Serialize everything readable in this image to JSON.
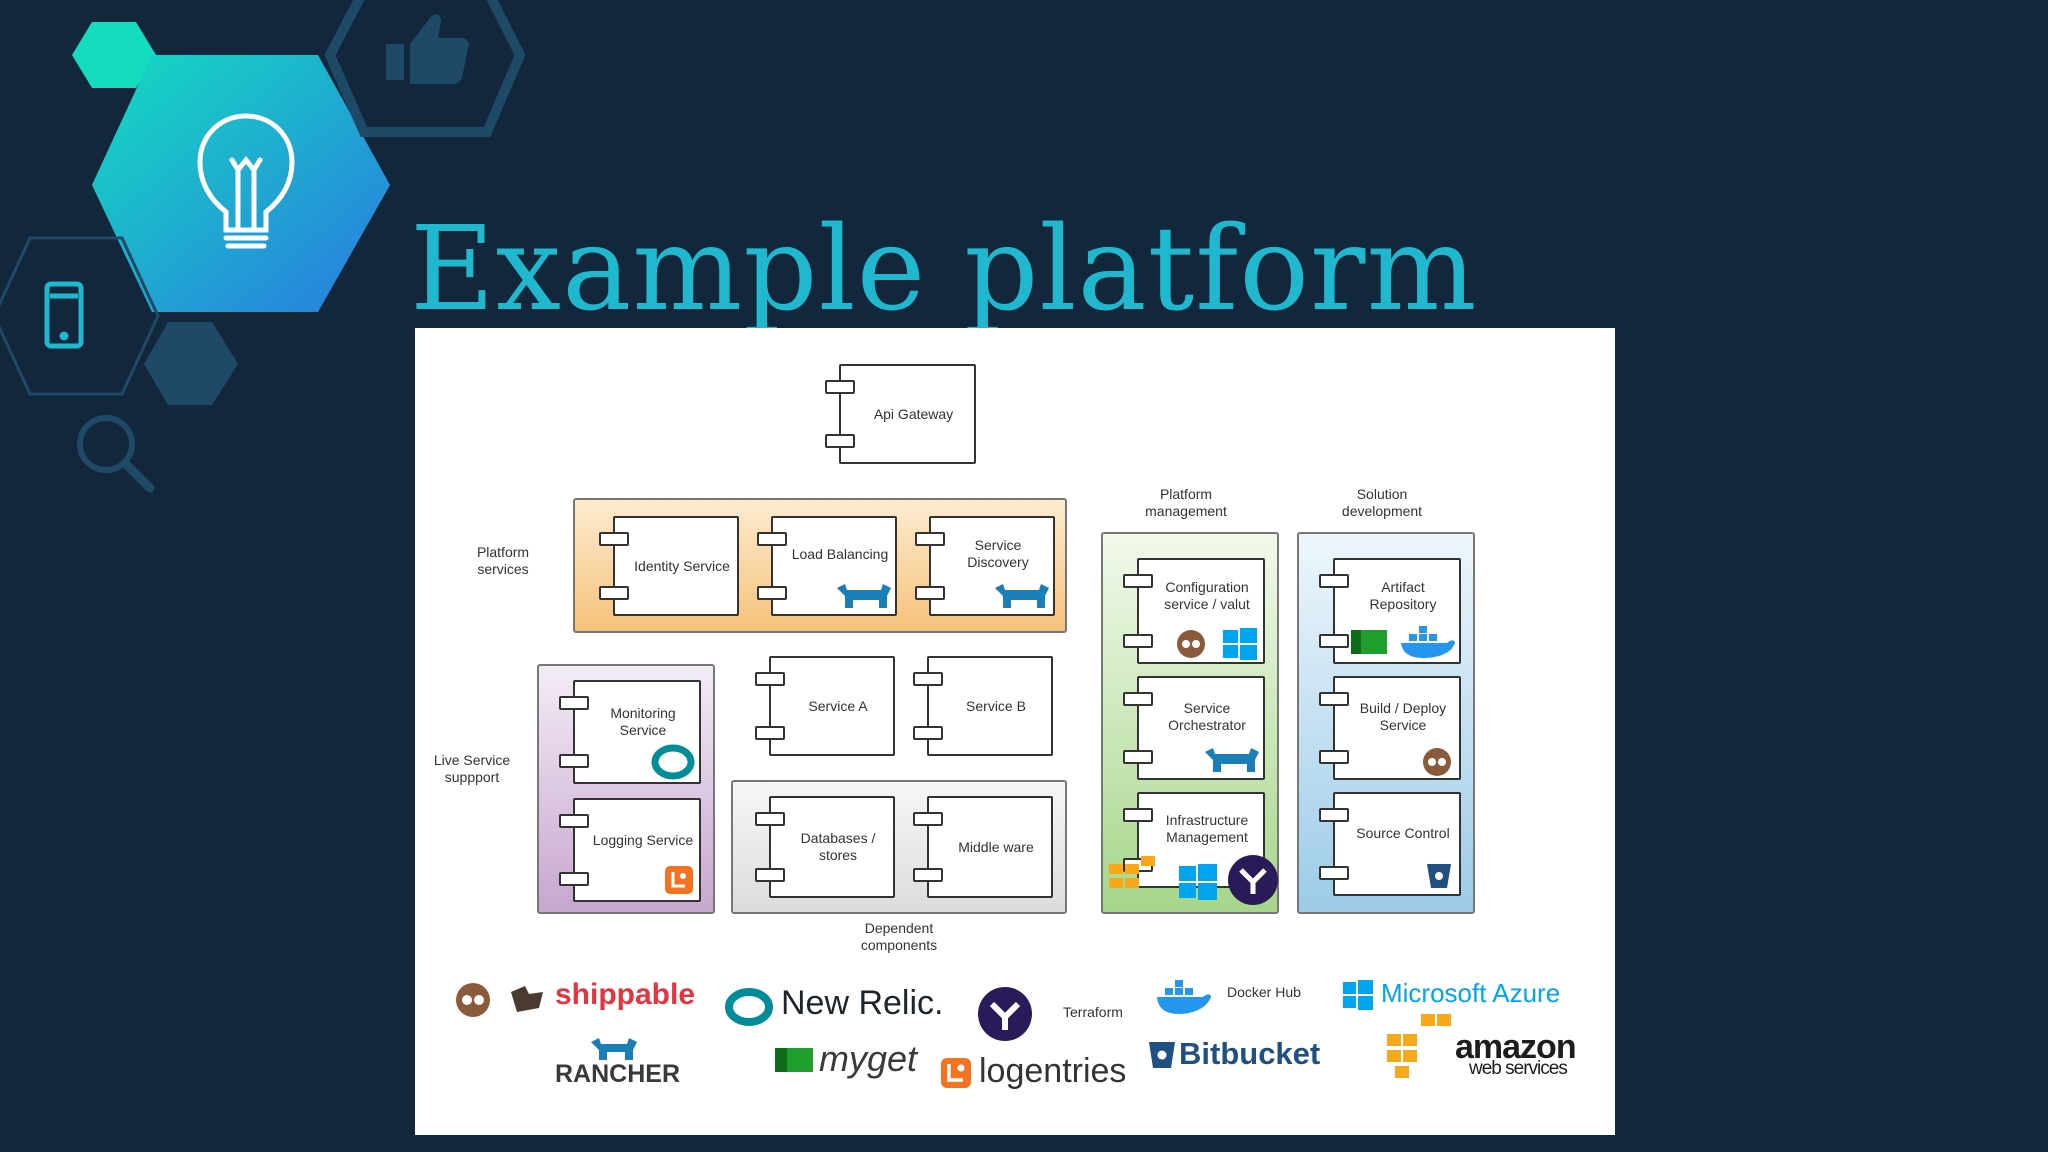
{
  "title": "Example platform",
  "colors": {
    "background": "#12263c",
    "title": "#1fb8cf",
    "accent_teal": "#14dcc0",
    "hex_outline": "#1e4a68",
    "platform_services_fill": "#f5c27a",
    "live_support_fill": "#c7a6d0",
    "dependent_fill": "#e2e2e2",
    "platform_mgmt_fill": "#a6d68a",
    "solution_dev_fill": "#9ccbe8"
  },
  "decor_icons": [
    "lightbulb-icon",
    "thumbs-up-icon",
    "mobile-phone-icon",
    "magnifier-icon"
  ],
  "diagram": {
    "api_gateway": "Api Gateway",
    "platform_services": {
      "label": "Platform services",
      "items": [
        "Identity Service",
        "Load Balancing",
        "Service Discovery"
      ]
    },
    "services": [
      "Service A",
      "Service B"
    ],
    "live_service_support": {
      "label": "Live Service suppport",
      "items": [
        "Monitoring Service",
        "Logging Service"
      ]
    },
    "dependent_components": {
      "label": "Dependent components",
      "items": [
        "Databases / stores",
        "Middle ware"
      ]
    },
    "platform_management": {
      "label": "Platform management",
      "items": [
        "Configuration service / valut",
        "Service Orchestrator",
        "Infrastructure Management"
      ]
    },
    "solution_development": {
      "label": "Solution development",
      "items": [
        "Artifact Repository",
        "Build / Deploy Service",
        "Source Control"
      ]
    }
  },
  "logos": {
    "shippable": "shippable",
    "rancher": "RANCHER",
    "new_relic": "New Relic.",
    "myget": "myget",
    "terraform": "Terraform",
    "logentries": "logentries",
    "docker_hub": "Docker Hub",
    "bitbucket": "Bitbucket",
    "microsoft_azure": "Microsoft Azure",
    "amazon": "amazon",
    "web_services": "web services"
  }
}
